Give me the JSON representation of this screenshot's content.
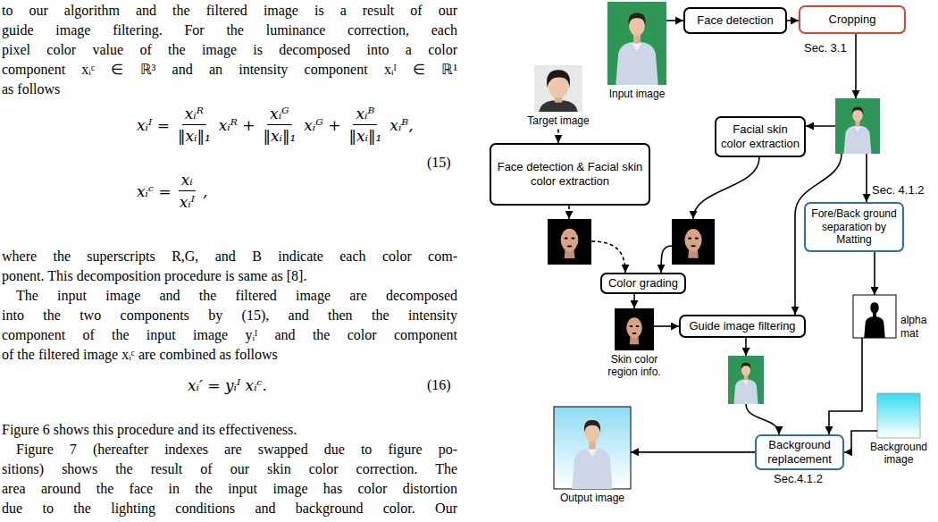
{
  "diagram": {
    "nodes": [
      {
        "text": [
          "Input image"
        ]
      },
      {
        "text": [
          "Face detection"
        ]
      },
      {
        "text": [
          "Cropping"
        ]
      },
      {
        "text": [
          "Target image"
        ]
      },
      {
        "text": [
          "Face detection & Facial skin color extraction"
        ]
      },
      {
        "text": [
          "Facial skin color extraction"
        ]
      },
      {
        "text": [
          "Fore/Back ground separation by Matting"
        ]
      },
      {
        "text": [
          "Color grading"
        ]
      },
      {
        "text": [
          "Skin color region info."
        ]
      },
      {
        "text": [
          "Guide image filtering"
        ]
      },
      {
        "text": [
          "alpha mat"
        ]
      },
      {
        "text": [
          "Background image"
        ]
      },
      {
        "text": [
          "Background replacement"
        ]
      },
      {
        "text": [
          "Output image"
        ]
      }
    ],
    "edges": [
      {
        "from": 0,
        "to": 1,
        "arrow": "to"
      },
      {
        "from": 1,
        "to": 2,
        "arrow": "to"
      },
      {
        "from": 3,
        "to": 4,
        "arrow": "to"
      },
      {
        "from": 7,
        "to": 8,
        "arrow": "to"
      },
      {
        "from": 8,
        "to": 9,
        "arrow": "to"
      },
      {
        "from": 6,
        "to": 10,
        "arrow": "to"
      },
      {
        "from": 10,
        "to": 12,
        "arrow": "to"
      },
      {
        "from": 11,
        "to": 12,
        "arrow": "to"
      },
      {
        "from": 12,
        "to": 13,
        "arrow": "to"
      }
    ],
    "labels": [
      "to our algorithm and the filtered image is a result of our",
      "guide image filtering. For the luminance correction, each",
      "pixel color value of the image is decomposed into a color",
      "component xᵢᶜ ∈ ℝ³ and an intensity component xᵢᴵ ∈ ℝ¹",
      "as follows",
      "xᵢᴵ =",
      "xᵢᴿ",
      "‖xᵢ‖₁",
      "xᵢᴿ +",
      "xᵢᴳ",
      "‖xᵢ‖₁",
      "xᵢᴳ +",
      "xᵢᴮ",
      "‖xᵢ‖₁",
      "xᵢᴮ,",
      "xᵢᶜ =",
      "xᵢ",
      "xᵢᴵ",
      ",",
      "(15)",
      "where the superscripts R,G, and B indicate each color com-",
      "ponent. This decomposition procedure is same as [8].",
      "The input image and the filtered image are decomposed",
      "into the two components by (15), and then the intensity",
      "component of the input image yᵢᴵ and the color component",
      "of the filtered image xᵢᶜ are combined as follows",
      "xᵢ′ = yᵢᴵ xᵢᶜ.",
      "(16)",
      "Figure 6 shows this procedure and its effectiveness.",
      "Figure 7 (hereafter indexes are swapped due to figure po-",
      "sitions) shows the result of our skin color correction. The",
      "area around the face in the input image has color distortion",
      "due to the lighting conditions and background color. Our",
      "Sec. 3.1",
      "Sec. 4.1.2",
      "Sec.4.1.2"
    ]
  }
}
